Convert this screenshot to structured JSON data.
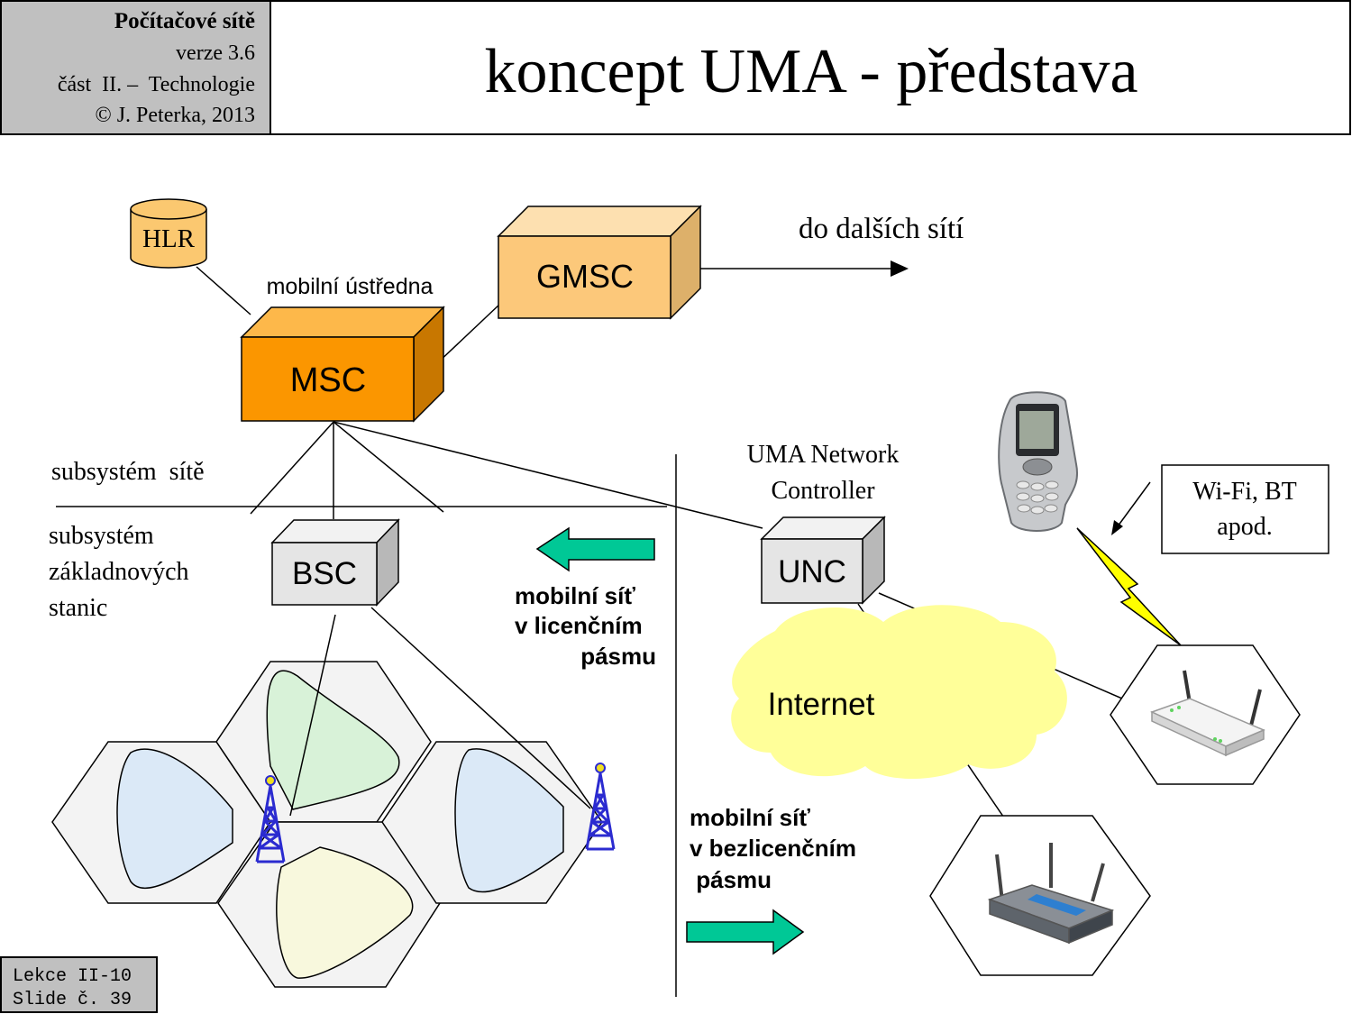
{
  "header": {
    "course_title": "Počítačové sítě",
    "version": "verze 3.6",
    "part": "část  II. –  Technologie",
    "copyright": "© J. Peterka, 2013",
    "slide_title": "koncept UMA - představa"
  },
  "footer": {
    "lesson": "Lekce II-10",
    "slide": "Slide č. 39"
  },
  "diagram": {
    "hlr_label": "HLR",
    "gmsc_label": "GMSC",
    "to_other_networks": "do dalších sítí",
    "msc_caption": "mobilní ústředna",
    "msc_label": "MSC",
    "network_subsystem": "subsystém  sítě",
    "bss_line1": "subsystém",
    "bss_line2": "základnových",
    "bss_line3": "stanic",
    "bsc_label": "BSC",
    "licensed_line1": "mobilní síť",
    "licensed_line2": "v licenčním",
    "licensed_line3": "pásmu",
    "unc_caption_line1": "UMA Network",
    "unc_caption_line2": "Controller",
    "unc_label": "UNC",
    "internet_label": "Internet",
    "unlicensed_line1": "mobilní síť",
    "unlicensed_line2": "v bezlicenčním",
    "unlicensed_line3": " pásmu",
    "wireless_box_line1": "Wi-Fi, BT",
    "wireless_box_line2": "apod.",
    "colors": {
      "header_bg": "#c0c0c0",
      "gmsc_fill": "#fcc87a",
      "msc_fill": "#fb9600",
      "hlr_fill": "#fbc870",
      "bsc_fill": "#e5e5e5",
      "arrow_fill": "#00c896",
      "cloud_fill": "#ffff99",
      "tower_color": "#2b2bd0"
    },
    "icons": [
      "database-icon",
      "cell-tower-icon",
      "mobile-phone-icon",
      "lightning-icon",
      "wifi-router-icon",
      "cloud-icon",
      "arrow-left-icon",
      "arrow-right-icon"
    ]
  }
}
